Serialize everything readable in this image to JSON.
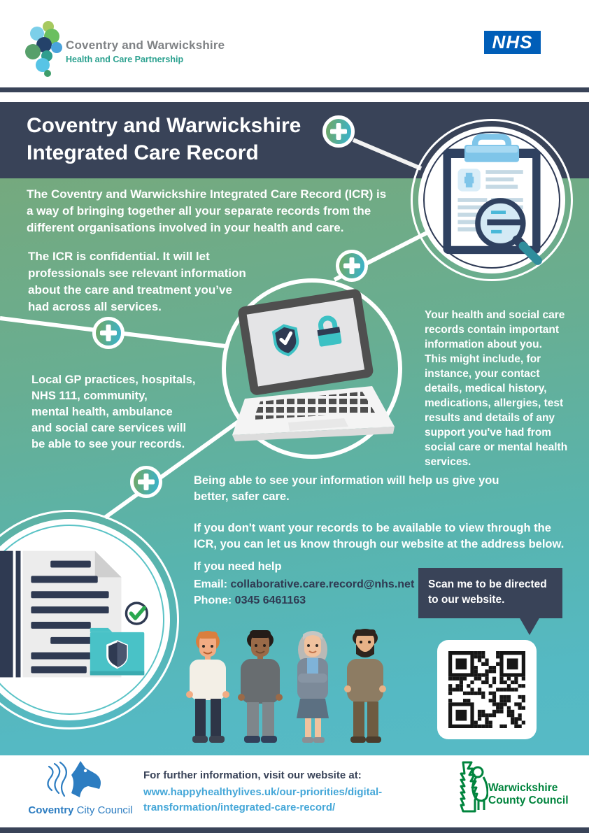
{
  "header": {
    "partnership": {
      "title": "Coventry and Warwickshire",
      "subtitle": "Health and Care Partnership"
    },
    "nhs": "NHS"
  },
  "banner": {
    "title": "Coventry and Warwickshire\nIntegrated Care Record"
  },
  "paragraphs": {
    "intro": "The Coventry and Warwickshire Integrated Care Record (ICR) is\na way of bringing together all your separate records from the\ndifferent organisations involved in your health and care.",
    "confidential": "The ICR is confidential. It will let\nprofessionals see relevant information\nabout the care and treatment you’ve\nhad across all services.",
    "local_services": "Local GP practices, hospitals,\nNHS 111, community,\nmental health, ambulance\nand social care services will\nbe able to see your records.",
    "your_records": "Your health and social care\nrecords contain important\ninformation about you.\nThis might include, for\ninstance, your contact\ndetails, medical history,\nmedications, allergies, test\nresults and details of any\nsupport you've had from\nsocial care or mental health\nservices.",
    "better_care": "Being able to see your information will help us give you\nbetter, safer care.",
    "opt_out": "If you don't want your records to be available to view through the\nICR, you can let us know through our website at the address below.",
    "help_heading": "If you need help"
  },
  "contact": {
    "email_label": "Email:",
    "email_value": "collaborative.care.record@nhs.net",
    "phone_label": "Phone:",
    "phone_value": "0345 6461163"
  },
  "qr": {
    "note": "Scan me to be directed\nto our website."
  },
  "footer": {
    "info_label": "For further information, visit our website at:",
    "website": "www.happyhealthylives.uk/our-priorities/digital-\ntransformation/integrated-care-record/",
    "coventry": {
      "bold": "Coventry",
      "rest": " City Council"
    },
    "warwickshire": {
      "line1": "Warwickshire",
      "line2": "County Council"
    }
  },
  "colors": {
    "navy": "#394358",
    "gradient_top": "#75a97e",
    "gradient_bottom": "#56bac6",
    "nhs_blue": "#005EB8",
    "link_blue": "#45a7d8",
    "coventry_blue": "#2d7dc1",
    "warwickshire_green": "#00843d",
    "plus_green": "#6da96d",
    "plus_teal": "#3db2c6"
  }
}
